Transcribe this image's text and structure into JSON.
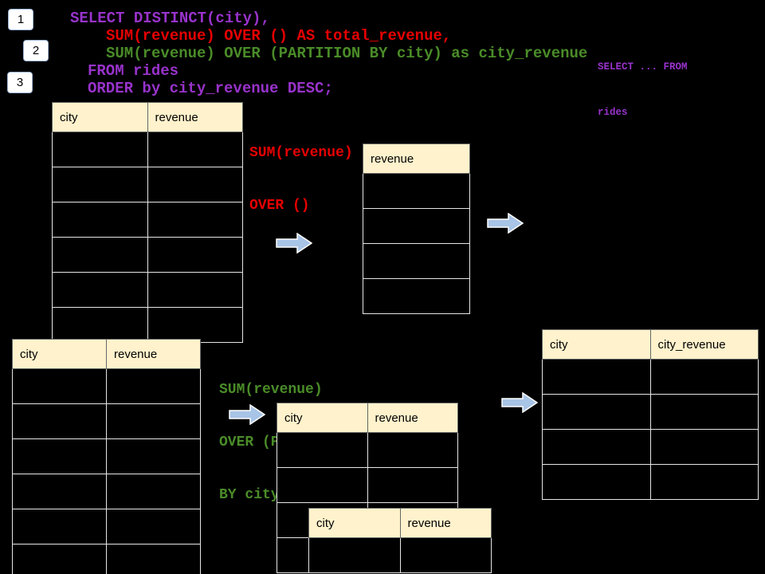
{
  "colors": {
    "background": "#000000",
    "sql_purple": "#9933cc",
    "sql_red": "#e60000",
    "sql_green": "#4a8c28",
    "table_header_bg": "#fff2cc",
    "arrow_fill": "#a8c4e6"
  },
  "badges": [
    "1",
    "2",
    "3"
  ],
  "sql": {
    "line1": "SELECT DISTINCT(city),",
    "line2": "SUM(revenue) OVER () AS total_revenue,",
    "line3": "SUM(revenue) OVER (PARTITION BY city) as city_revenue",
    "line4": "FROM rides",
    "line5": "ORDER by city_revenue DESC;",
    "side_note": [
      "SELECT ... FROM",
      "rides"
    ]
  },
  "annotations": {
    "over_all": [
      "SUM(revenue)",
      "OVER ()"
    ],
    "over_partition": [
      "SUM(revenue)",
      "OVER (PARTITION",
      "BY city)"
    ]
  },
  "tables": {
    "source_top": {
      "headers": [
        "city",
        "revenue"
      ],
      "empty_rows": 6
    },
    "total_revenue_result": {
      "headers": [
        "revenue"
      ],
      "empty_rows": 4
    },
    "source_bottom": {
      "headers": [
        "city",
        "revenue"
      ],
      "empty_rows": 6
    },
    "partition_group_1": {
      "headers": [
        "city",
        "revenue"
      ],
      "empty_rows": 4
    },
    "partition_group_2": {
      "headers": [
        "city",
        "revenue"
      ],
      "empty_rows": 1
    },
    "city_revenue_result": {
      "headers": [
        "city",
        "city_revenue"
      ],
      "empty_rows": 4
    }
  }
}
